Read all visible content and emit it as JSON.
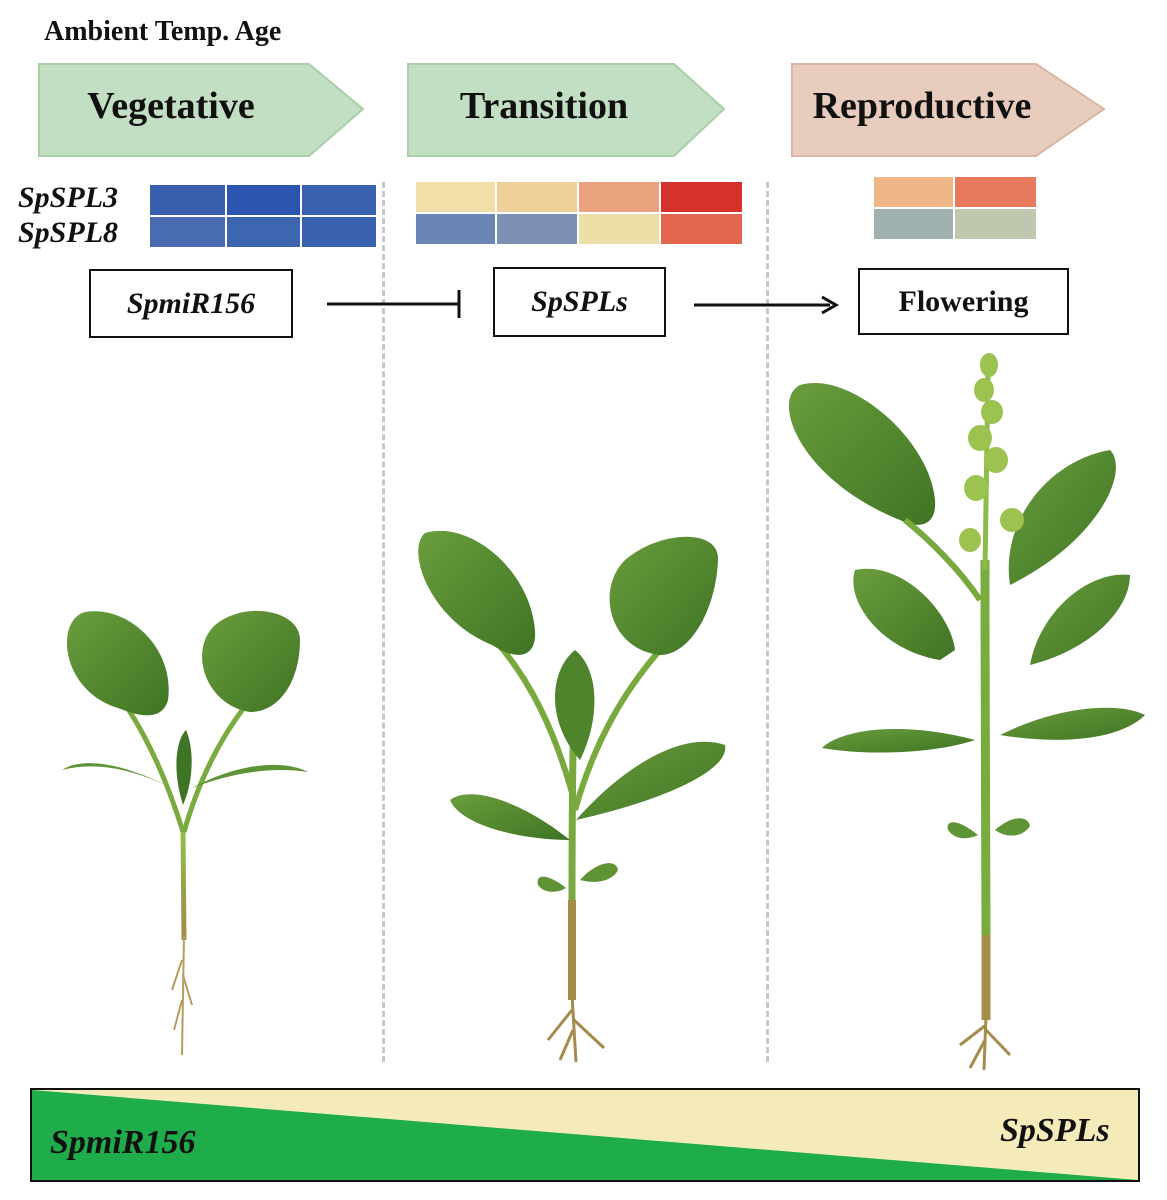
{
  "header": {
    "title": "Ambient Temp. Age"
  },
  "stages": [
    {
      "label": "Vegetative",
      "fill": "#c3dfc3",
      "stroke": "#a8cfa8"
    },
    {
      "label": "Transition",
      "fill": "#c3dfc3",
      "stroke": "#a8cfa8"
    },
    {
      "label": "Reproductive",
      "fill": "#e8cdbf",
      "stroke": "#d9b6a4"
    }
  ],
  "genes": {
    "row1": "SpSPL3",
    "row2": "SpSPL8"
  },
  "heatmaps": {
    "vegetative": {
      "row1": [
        "#3a5fae",
        "#2b55ae",
        "#3a60b0"
      ],
      "row2": [
        "#4a6cb0",
        "#3e65b0",
        "#3a60b0"
      ]
    },
    "transition": {
      "row1": [
        "#f2dfa8",
        "#efcf98",
        "#eba27e",
        "#d7312c"
      ],
      "row2": [
        "#6b86b6",
        "#7b90b3",
        "#ecdfa8",
        "#e46651"
      ]
    },
    "reproductive": {
      "row1": [
        "#efb787",
        "#e8785e"
      ],
      "row2": [
        "#9fb0b0",
        "#bfc8ae"
      ]
    }
  },
  "pathway": {
    "mirna": "SpmiR156",
    "target": "SpSPLs",
    "outcome": "Flowering"
  },
  "gradient": {
    "left_label": "SpmiR156",
    "right_label": "SpSPLs",
    "mirna_color": "#1fac4b",
    "spl_color": "#f5ebb9"
  }
}
